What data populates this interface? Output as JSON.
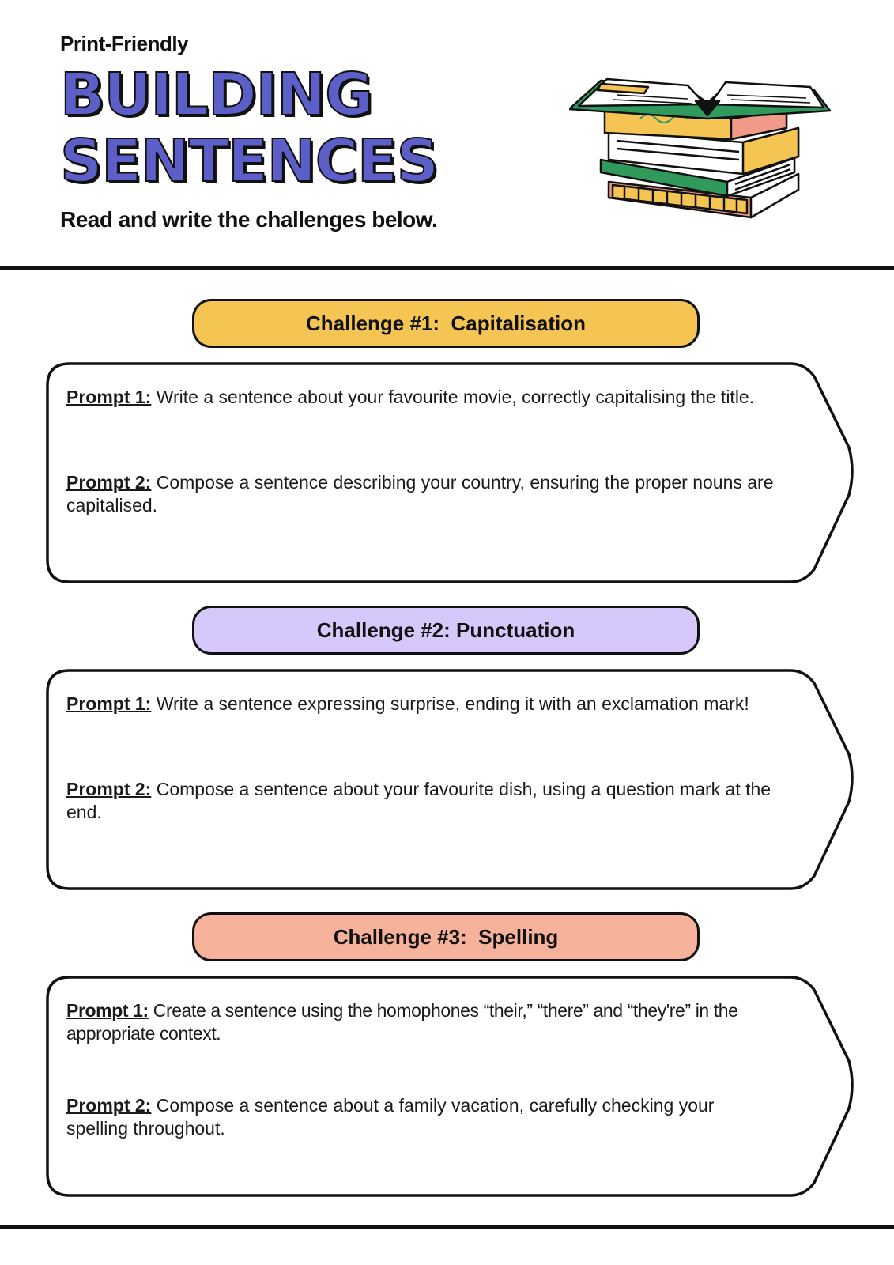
{
  "header": {
    "kicker": "Print-Friendly",
    "title_line1": "BUILDING",
    "title_line2": "SENTENCES",
    "subtitle": "Read and write the challenges below.",
    "illustration_icon": "stack-of-books-icon"
  },
  "colors": {
    "title": "#5b5fc7",
    "challenge1": "#f5c553",
    "challenge2": "#d6c8fb",
    "challenge3": "#f6b29b"
  },
  "challenges": [
    {
      "title": "Challenge #1:  Capitalisation",
      "prompts": [
        {
          "label": "Prompt 1:",
          "text": " Write a sentence about your favourite movie, correctly capitalising the title."
        },
        {
          "label": "Prompt 2:",
          "text": " Compose a sentence describing your country, ensuring the proper nouns are capitalised."
        }
      ]
    },
    {
      "title": "Challenge #2: Punctuation",
      "prompts": [
        {
          "label": "Prompt 1:",
          "text": " Write a sentence expressing surprise, ending it with an exclamation mark!"
        },
        {
          "label": "Prompt 2:",
          "text": " Compose a sentence about your favourite dish, using a question mark at the end."
        }
      ]
    },
    {
      "title": "Challenge #3:  Spelling",
      "prompts": [
        {
          "label": "Prompt 1:",
          "text": " Create a sentence using the homophones “their,” “there” and “they're” in the appropriate context."
        },
        {
          "label": "Prompt 2:",
          "text": " Compose a sentence about a family vacation, carefully checking your spelling throughout."
        }
      ]
    }
  ]
}
